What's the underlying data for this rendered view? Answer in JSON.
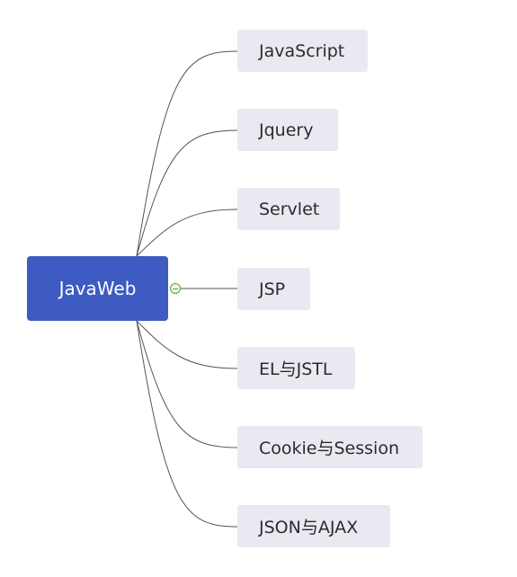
{
  "mindmap": {
    "root": {
      "label": "JavaWeb",
      "color": "#3d5bc0",
      "collapse_icon": "minus-circle-icon",
      "collapse_icon_color": "#5aa02c"
    },
    "children": [
      {
        "label": "JavaScript"
      },
      {
        "label": "Jquery"
      },
      {
        "label": "Servlet"
      },
      {
        "label": "JSP"
      },
      {
        "label": "EL与JSTL"
      },
      {
        "label": "Cookie与Session"
      },
      {
        "label": "JSON与AJAX"
      }
    ],
    "child_fill": "#e9eaf1",
    "connector_color": "#555555"
  }
}
